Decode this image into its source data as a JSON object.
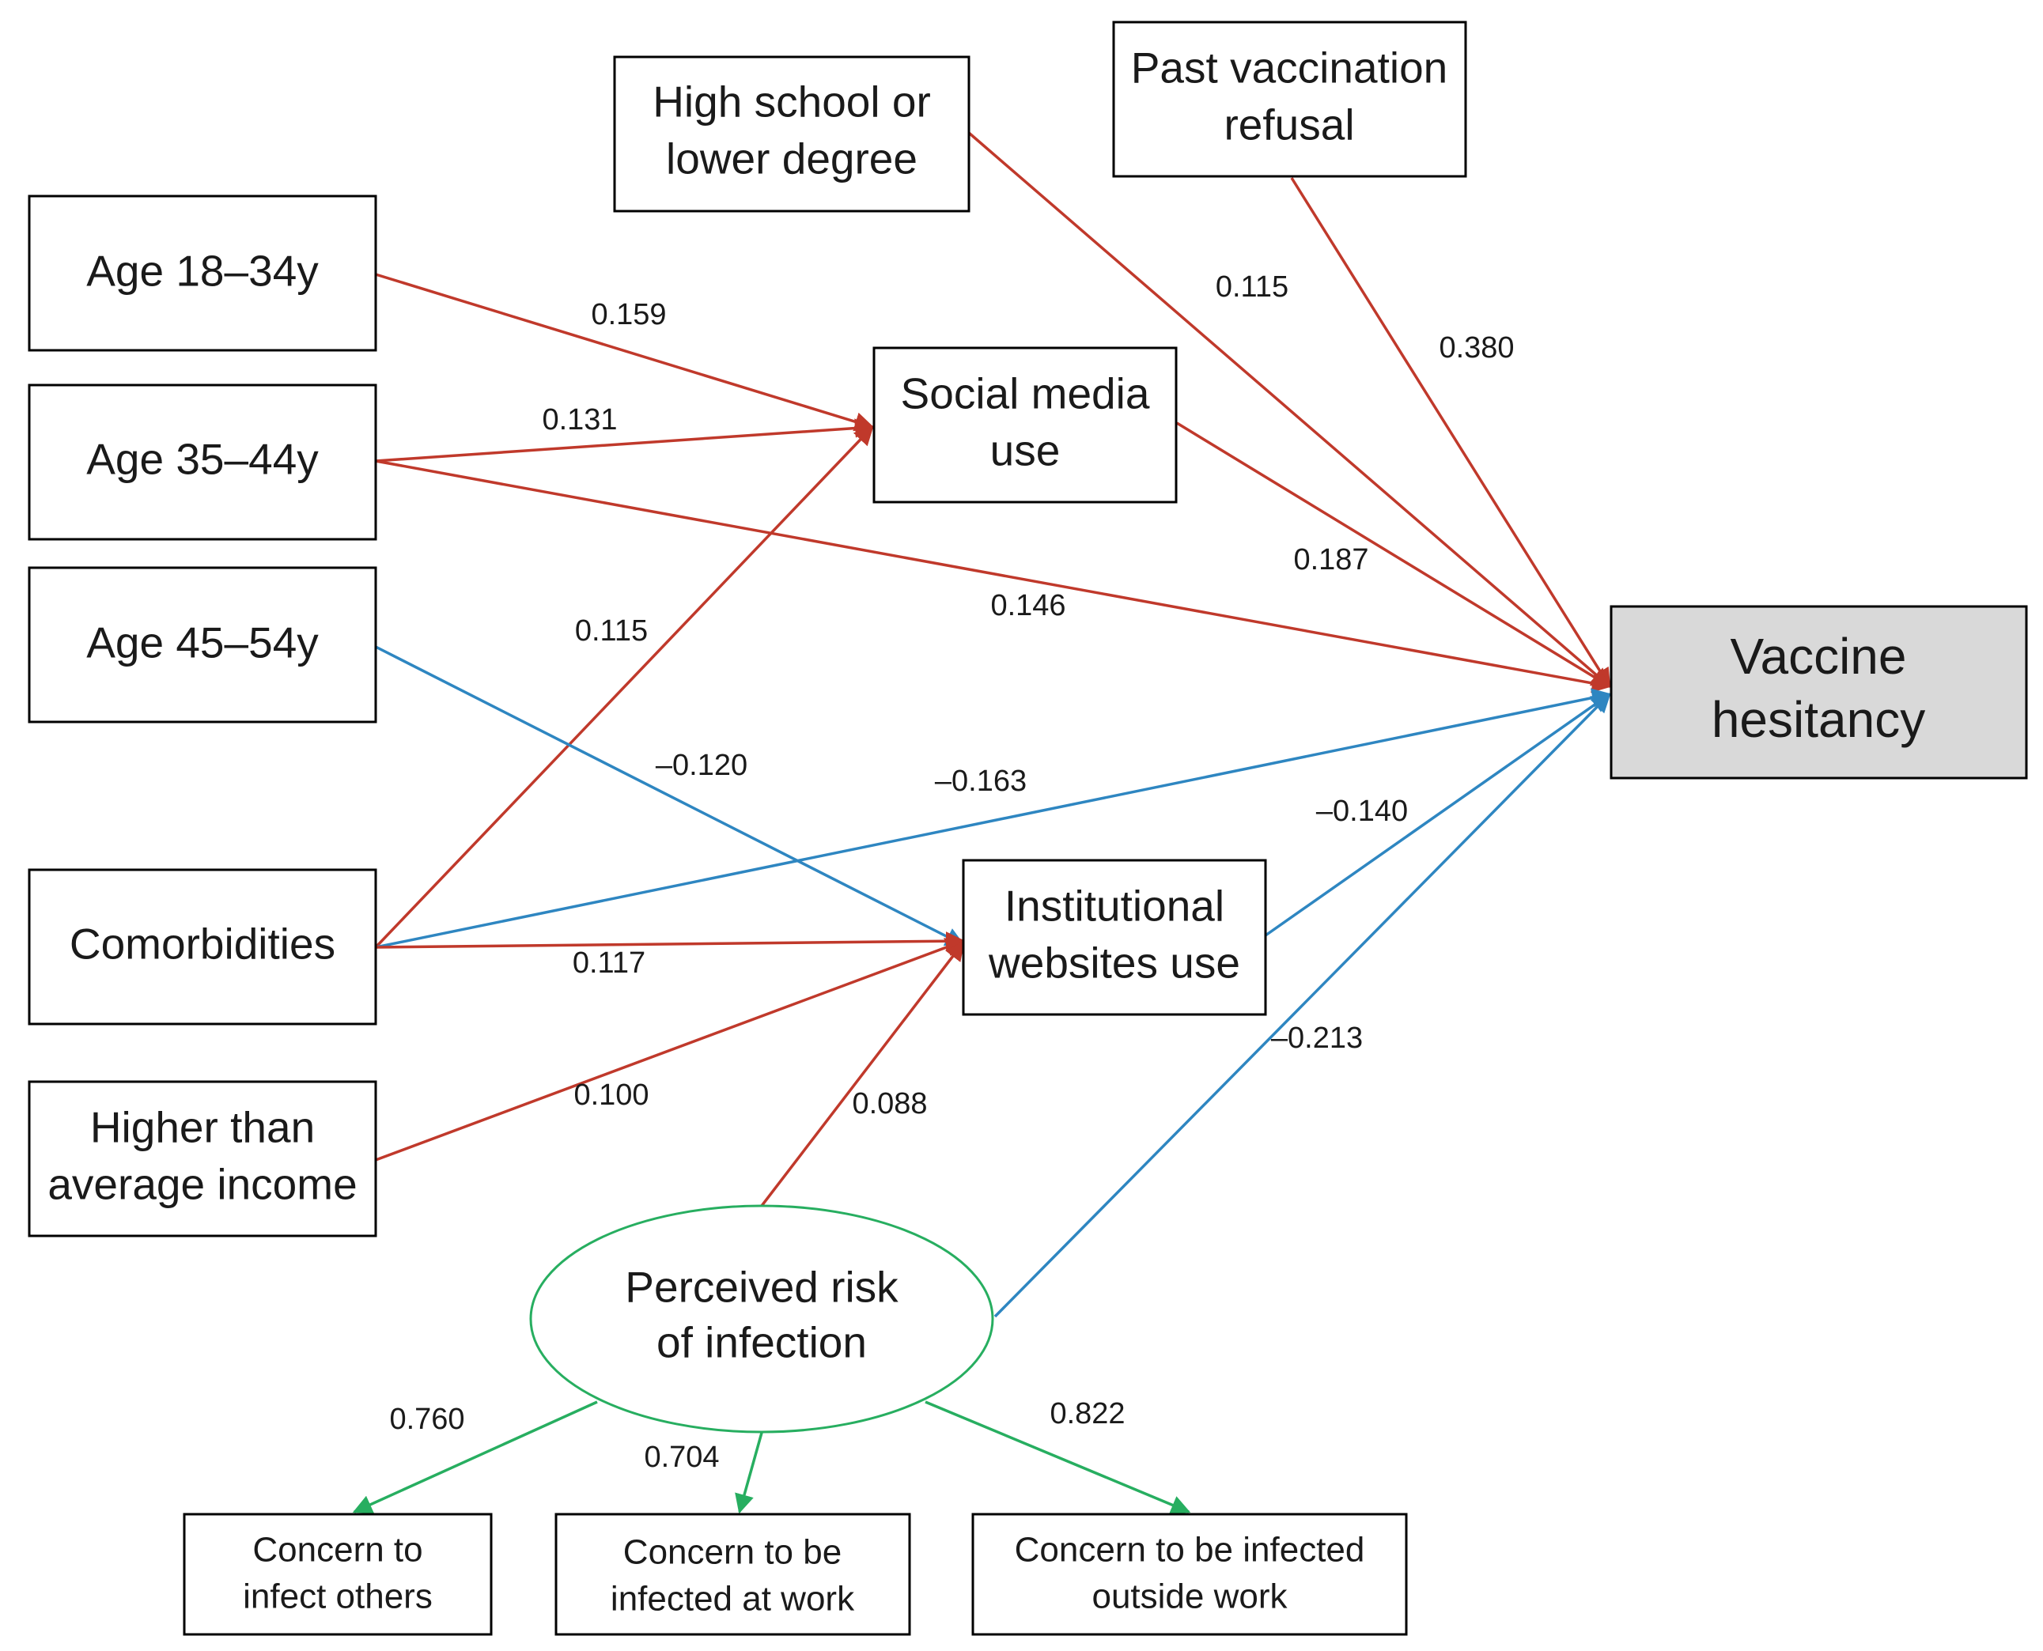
{
  "colors": {
    "positive": "#c0392b",
    "negative": "#2e86c1",
    "loading": "#27ae60",
    "latent_outline": "#27ae60",
    "outcome_fill": "#d9d9d9"
  },
  "nodes": {
    "age_18_34": [
      "Age 18–34y"
    ],
    "age_35_44": [
      "Age 35–44y"
    ],
    "age_45_54": [
      "Age 45–54y"
    ],
    "comorbidities": [
      "Comorbidities"
    ],
    "income": [
      "Higher than",
      "average income"
    ],
    "high_school": [
      "High school or",
      "lower degree"
    ],
    "past_refusal": [
      "Past vaccination",
      "refusal"
    ],
    "social_media": [
      "Social media",
      "use"
    ],
    "institutional": [
      "Institutional",
      "websites use"
    ],
    "vaccine_hesitancy": [
      "Vaccine",
      "hesitancy"
    ],
    "perceived_risk": [
      "Perceived risk",
      "of infection"
    ],
    "concern_others": [
      "Concern to",
      "infect others"
    ],
    "concern_work": [
      "Concern to be",
      "infected at work"
    ],
    "concern_outside": [
      "Concern to be infected",
      "outside work"
    ]
  },
  "paths": [
    {
      "from": "age_18_34",
      "to": "social_media",
      "coef": "0.159",
      "sign": "positive"
    },
    {
      "from": "age_35_44",
      "to": "social_media",
      "coef": "0.131",
      "sign": "positive"
    },
    {
      "from": "age_35_44",
      "to": "vaccine_hesitancy",
      "coef": "0.146",
      "sign": "positive"
    },
    {
      "from": "comorbidities",
      "to": "social_media",
      "coef": "0.115",
      "sign": "positive"
    },
    {
      "from": "age_45_54",
      "to": "institutional",
      "coef": "–0.120",
      "sign": "negative"
    },
    {
      "from": "comorbidities",
      "to": "vaccine_hesitancy",
      "coef": "–0.163",
      "sign": "negative"
    },
    {
      "from": "comorbidities",
      "to": "institutional",
      "coef": "0.117",
      "sign": "positive"
    },
    {
      "from": "income",
      "to": "institutional",
      "coef": "0.100",
      "sign": "positive"
    },
    {
      "from": "perceived_risk",
      "to": "institutional",
      "coef": "0.088",
      "sign": "positive"
    },
    {
      "from": "high_school",
      "to": "vaccine_hesitancy",
      "coef": "0.115",
      "sign": "positive"
    },
    {
      "from": "past_refusal",
      "to": "vaccine_hesitancy",
      "coef": "0.380",
      "sign": "positive"
    },
    {
      "from": "social_media",
      "to": "vaccine_hesitancy",
      "coef": "0.187",
      "sign": "positive"
    },
    {
      "from": "institutional",
      "to": "vaccine_hesitancy",
      "coef": "–0.140",
      "sign": "negative"
    },
    {
      "from": "perceived_risk",
      "to": "vaccine_hesitancy",
      "coef": "–0.213",
      "sign": "negative"
    }
  ],
  "loadings": [
    {
      "from": "perceived_risk",
      "to": "concern_others",
      "coef": "0.760"
    },
    {
      "from": "perceived_risk",
      "to": "concern_work",
      "coef": "0.704"
    },
    {
      "from": "perceived_risk",
      "to": "concern_outside",
      "coef": "0.822"
    }
  ]
}
